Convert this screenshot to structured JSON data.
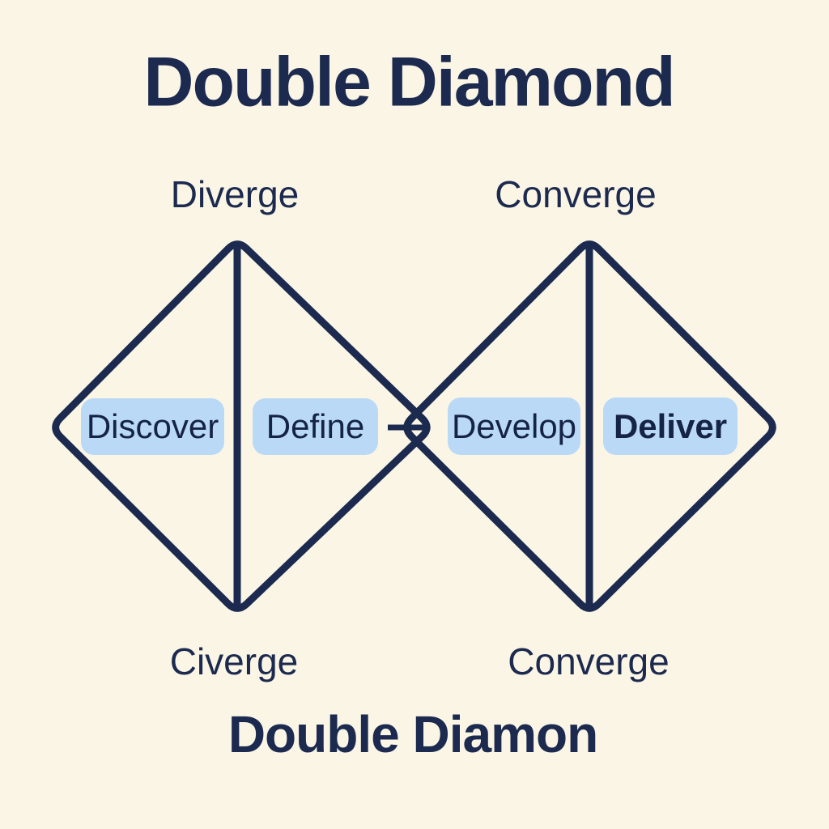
{
  "titles": {
    "top": "Double Diamond",
    "bottom": "Double Diamon"
  },
  "phase_labels": {
    "top_left": "Diverge",
    "top_right": "Converge",
    "bottom_left": "Civerge",
    "bottom_right": "Converge"
  },
  "stages": [
    {
      "label": "Discover"
    },
    {
      "label": "Define"
    },
    {
      "label": "Develop"
    },
    {
      "label": "Deliver"
    }
  ],
  "icons": {
    "left_diamond": "diamond-outline-icon",
    "right_diamond": "diamond-outline-icon",
    "arrow": "right-arrow-icon"
  },
  "colors": {
    "background": "#fbf5e6",
    "navy": "#1b2a4e",
    "pill": "#b9d9f7",
    "pill_text": "#152347"
  }
}
